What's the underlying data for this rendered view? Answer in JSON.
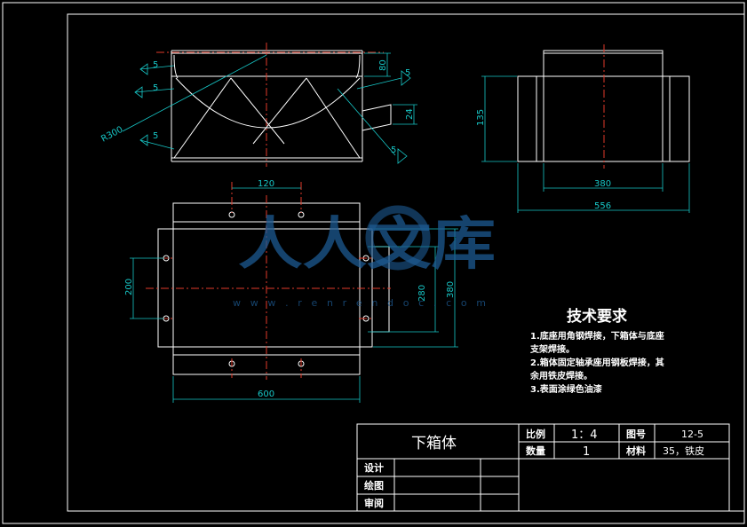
{
  "drawing": {
    "colors": {
      "background": "#000000",
      "outline": "#ffffff",
      "centerline": "#e23a2a",
      "dimension": "#17c7c7",
      "watermark": "#1d5a92"
    },
    "front_view": {
      "dims": {
        "height_top": "80",
        "outlet": "24",
        "radius": "R300"
      },
      "weld_marks": [
        "5",
        "5",
        "5",
        "5",
        "5"
      ]
    },
    "side_view": {
      "dims": {
        "height": "135",
        "width_inner": "380",
        "width_total": "556"
      }
    },
    "top_view": {
      "dims": {
        "hole_spacing": "120",
        "height_left": "200",
        "height_inner": "280",
        "height_outer": "380",
        "width": "600"
      }
    },
    "watermark": {
      "text": "人人文库",
      "url": "w w w . r e n r e n d o c . c o m"
    }
  },
  "tech_requirements": {
    "title": "技术要求",
    "lines": [
      "1.底座用角钢焊接，下箱体与底座",
      "支架焊接。",
      "2.箱体固定轴承座用钢板焊接，其",
      "余用铁皮焊接。",
      "3.表面涂绿色油漆"
    ]
  },
  "title_block": {
    "part_name": "下箱体",
    "scale_label": "比例",
    "scale_value": "1：4",
    "drawing_no_label": "图号",
    "drawing_no_value": "12-5",
    "quantity_label": "数量",
    "quantity_value": "1",
    "material_label": "材料",
    "material_value": "35，铁皮",
    "design_label": "设计",
    "drawn_label": "绘图",
    "review_label": "审阅"
  }
}
